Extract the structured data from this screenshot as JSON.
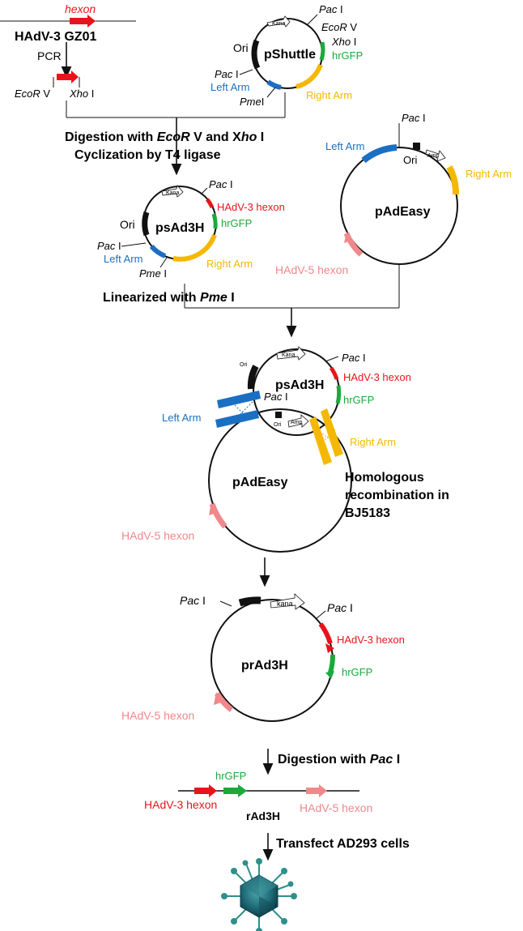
{
  "colors": {
    "hadv3_hexon": "#e8141b",
    "hrgfp": "#1aaa3c",
    "left_arm": "#1b6fc2",
    "right_arm": "#f5b800",
    "hadv5_hexon": "#f0888c",
    "ori": "#111111",
    "virus": "#1f6e7a"
  },
  "top": {
    "hexon_label": "hexon",
    "strain_label": "HAdV-3 GZ01",
    "pcr_label": "PCR",
    "ecorv_left": "EcoR",
    "ecorv_right": "V",
    "xho_left": "Xho",
    "xho_right": "I"
  },
  "pshuttle": {
    "name": "pShuttle",
    "kana": "Kana",
    "pac_i": "Pac",
    "pac_i_suffix": "I",
    "ecorv": "EcoR",
    "ecorv_suffix": "V",
    "xho": "Xho",
    "xho_suffix": "I",
    "hrgfp": "hrGFP",
    "ori": "Ori",
    "pac_left": "Pac",
    "pac_left_suffix": "I",
    "left_arm": "Left Arm",
    "pme": "Pme",
    "pme_suffix": "I",
    "right_arm": "Right Arm"
  },
  "step1": {
    "line1_a": "Digestion with ",
    "line1_b": "EcoR",
    "line1_c": " V  and X",
    "line1_d": "ho",
    "line1_e": " I",
    "line2": "Cyclization by T4 ligase"
  },
  "padeasy1": {
    "name": "pAdEasy",
    "pac": "Pac",
    "pac_suffix": "I",
    "left_arm": "Left Arm",
    "ori": "Ori",
    "amp": "Amp",
    "right_arm": "Right Arm",
    "hadv5": "HAdV-5 hexon"
  },
  "psad3h1": {
    "name": "psAd3H",
    "kana": "Kana",
    "pac": "Pac",
    "pac_suffix": "I",
    "hadv3": "HAdV-3 hexon",
    "hrgfp": "hrGFP",
    "ori": "Ori",
    "pac_left": "Pac",
    "pac_left_suffix": "I",
    "left_arm": "Left Arm",
    "pme": "Pme",
    "pme_suffix": "I",
    "right_arm": "Right Arm"
  },
  "step2": {
    "a": "Linearized  with ",
    "b": "Pme",
    "c": " I"
  },
  "recomb": {
    "psad3h": "psAd3H",
    "kana": "Kana",
    "ori_top": "Ori",
    "pac": "Pac",
    "pac_suffix": "I",
    "hadv3": "HAdV-3 hexon",
    "hrgfp": "hrGFP",
    "pac_mid": "Pac",
    "pac_mid_suffix": "I",
    "left_arm": "Left Arm",
    "ori_bottom": "Ori",
    "amp": "Amp",
    "right_arm": "Right Arm",
    "padeasy": "pAdEasy",
    "note1": "Homologous",
    "note2": "recombination in",
    "note3": "BJ5183",
    "hadv5": "HAdV-5 hexon"
  },
  "prad3h": {
    "name": "prAd3H",
    "kana": "kana",
    "pac_left": "Pac",
    "pac_left_suffix": "I",
    "pac_right": "Pac",
    "pac_right_suffix": "I",
    "hadv3": "HAdV-3 hexon",
    "hrgfp": "hrGFP",
    "hadv5": "HAdV-5 hexon"
  },
  "step3": {
    "a": "Digestion with ",
    "b": "Pac",
    "c": " I"
  },
  "linear": {
    "hrgfp": "hrGFP",
    "hadv3": "HAdV-3 hexon",
    "name": "rAd3H",
    "hadv5": "HAdV-5 hexon"
  },
  "step4": {
    "text": "Transfect AD293 cells"
  }
}
